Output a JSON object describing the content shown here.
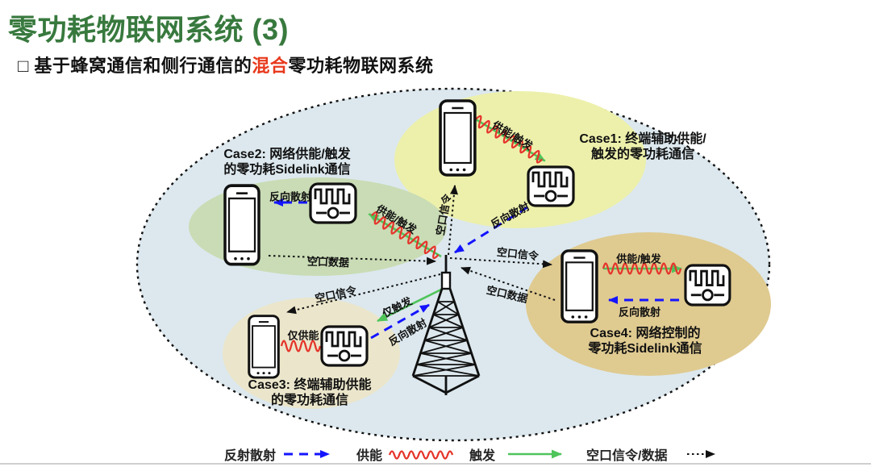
{
  "header": {
    "title": "零功耗物联网系统 (3)",
    "subtitle": {
      "bullet": "□",
      "prefix": " 基于蜂窝通信和侧行通信的",
      "highlight": "混合",
      "suffix": "零功耗物联网系统"
    }
  },
  "cases": {
    "case1": {
      "line1": "Case1: 终端辅助供能/",
      "line2": "触发的零功耗通信"
    },
    "case2": {
      "line1": "Case2: 网络供能/触发",
      "line2": "的零功耗Sidelink通信"
    },
    "case3": {
      "line1": "Case3: 终端辅助供能",
      "line2": "的零功耗通信"
    },
    "case4": {
      "line1": "Case4: 网络控制的",
      "line2": "零功耗Sidelink通信"
    }
  },
  "labels": {
    "energize_trigger": "供能/触发",
    "backscatter": "反向散射",
    "air_signaling": "空口信令",
    "air_data": "空口数据",
    "only_energize": "仅供能",
    "only_trigger": "仅触发"
  },
  "legend": {
    "backscatter": "反射散射",
    "energize": "供能",
    "trigger": "触发",
    "air": "空口信令/数据"
  },
  "icons": {
    "phone": "smartphone-icon",
    "tag": "zero-power-tag-icon",
    "tower": "base-station-tower-icon"
  },
  "colors": {
    "title_green": "#38793e",
    "highlight_red": "#e8391c",
    "backscatter_blue": "#1414ff",
    "energize_red": "#e5342a",
    "trigger_green": "#4fc45a",
    "signal_black": "#111111",
    "outer_ellipse_fill": "#dce8ee",
    "case1_fill": "#edf0ab",
    "case2_fill": "#c9dcb5",
    "case3_fill": "#ebe6cb",
    "case4_fill": "#dfca90"
  }
}
